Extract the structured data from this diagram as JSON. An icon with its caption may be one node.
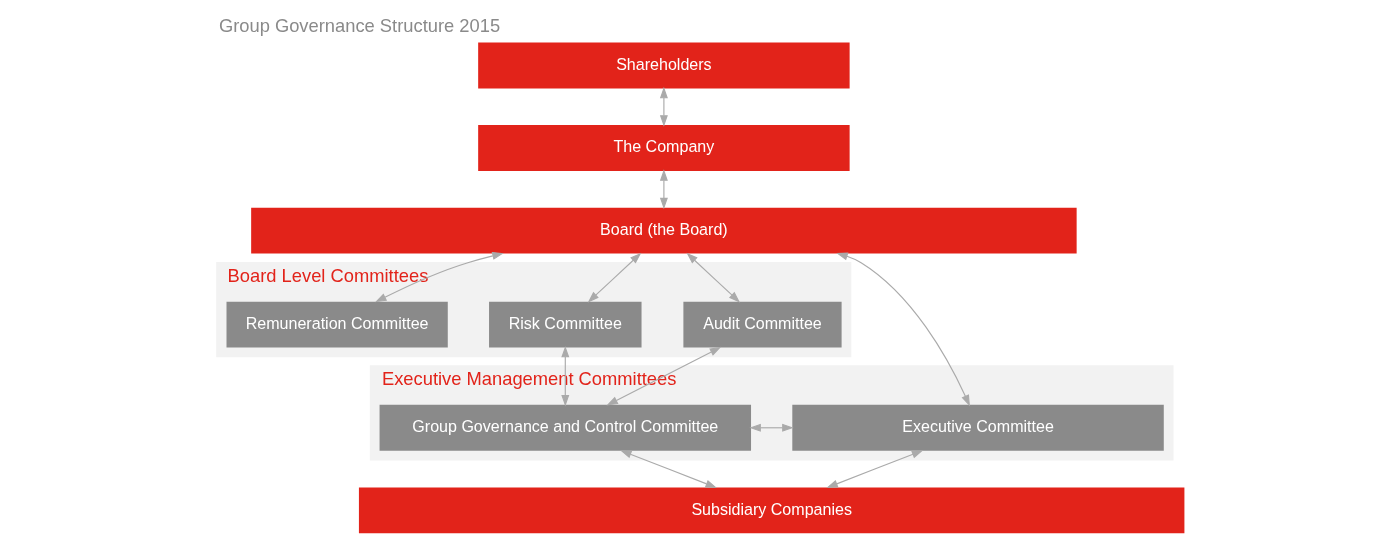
{
  "diagram": {
    "title": "Group Governance Structure 2015",
    "nodes": [
      {
        "text": [
          "Shareholders"
        ]
      },
      {
        "text": [
          "The Company"
        ]
      },
      {
        "text": [
          "Board (the Board)"
        ]
      },
      {
        "text": [
          "Board Level Committees"
        ]
      },
      {
        "text": [
          "Audit Committee"
        ],
        "in": 3
      },
      {
        "text": [
          "Risk Committee"
        ],
        "in": 3
      },
      {
        "text": [
          "Remuneration Committee"
        ],
        "in": 3
      },
      {
        "text": [
          "Executive Management Committees"
        ]
      },
      {
        "text": [
          "Group Governance and Control Committee"
        ],
        "in": 7
      },
      {
        "text": [
          "Executive Committee"
        ],
        "in": 7
      },
      {
        "text": [
          "Subsidiary Companies"
        ]
      }
    ],
    "edges": [
      {
        "from": 0,
        "to": 1,
        "arrow": "both"
      },
      {
        "from": 1,
        "to": 2,
        "arrow": "both"
      },
      {
        "from": 2,
        "to": 4,
        "arrow": "both"
      },
      {
        "from": 2,
        "to": 5,
        "arrow": "both"
      },
      {
        "from": 2,
        "to": 6,
        "arrow": "both"
      },
      {
        "from": 2,
        "to": 9,
        "arrow": "both"
      },
      {
        "from": 4,
        "to": 8,
        "arrow": "both"
      },
      {
        "from": 5,
        "to": 8,
        "arrow": "both"
      },
      {
        "from": 8,
        "to": 9,
        "arrow": "both"
      },
      {
        "from": 8,
        "to": 10,
        "arrow": "both"
      },
      {
        "from": 9,
        "to": 10,
        "arrow": "both"
      }
    ]
  }
}
